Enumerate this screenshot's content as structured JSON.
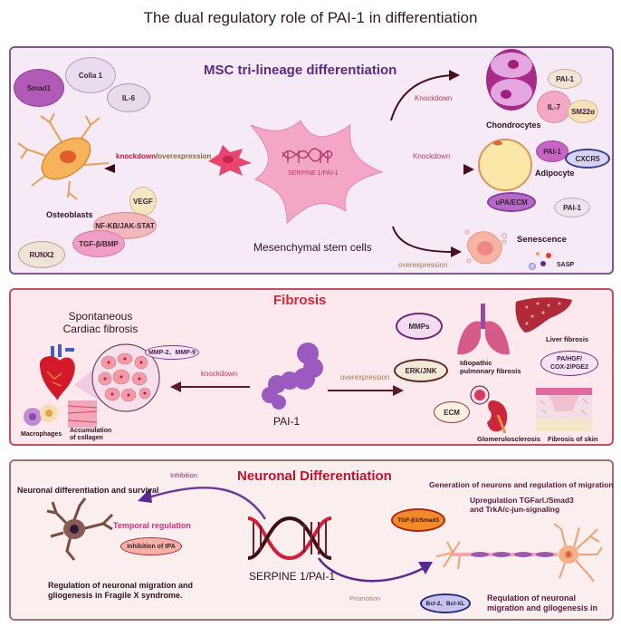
{
  "title": "The dual regulatory role of PAI-1 in differentiation",
  "colors": {
    "panel_msc_bg": "#f5eaf6",
    "panel_msc_border": "#7d5a8a",
    "panel_fibrosis_bg": "#fde8ee",
    "panel_fibrosis_border": "#c0525f",
    "panel_neuronal_bg": "#fbeeee",
    "panel_neuronal_border": "#a07272",
    "msc_title": "#5b2a82",
    "fibrosis_title": "#d0283a",
    "neuronal_title": "#c4122c",
    "arrow_dark": "#4a0d1e"
  },
  "msc": {
    "title": "MSC tri-lineage differentiation",
    "center_label": "Mesenchymal stem cells",
    "gene_label": "SERPINE 1/PAI-1",
    "arrow_left_knockdown": "knockdown",
    "arrow_left_sep": "/",
    "arrow_left_overexpression": "overexpression",
    "arrow_chondro": "Knockdown",
    "arrow_adipo": "Knockdown",
    "arrow_senes": "overexpression",
    "osteoblasts": "Osteoblasts",
    "chondrocytes": "Chondrocytes",
    "adipocyte": "Adipocyte",
    "senescence": "Senescence",
    "sasp": "SASP",
    "osteo_factors": [
      "Smad1",
      "Colla 1",
      "IL-6",
      "VEGF",
      "NF-KB/JAK-STAT",
      "TGF-β/BMP",
      "RUNX2"
    ],
    "chondro_factors": [
      "PAI-1",
      "IL-7",
      "SM22α"
    ],
    "adipo_factors": [
      "PAI-1",
      "CXCR5",
      "uPA/ECM",
      "PAI-1"
    ]
  },
  "fibrosis": {
    "title": "Fibrosis",
    "cardiac_title_line1": "Spontaneous",
    "cardiac_title_line2": "Cardiac fibrosis",
    "mmp_label": "MMP-2、MMP-9",
    "knockdown": "knockdown",
    "overexpression": "overexpression",
    "center_label": "PAI-1",
    "macrophages": "Macrophages",
    "collagen_line1": "Accumulation",
    "collagen_line2": "of collagen",
    "mmps": "MMPs",
    "erk_jnk": "ERK/JNK",
    "ecm": "ECM",
    "ipf_line1": "Idiopathic",
    "ipf_line2": "pulmonary fibrosis",
    "liver": "Liver fibrosis",
    "pa_line1": "PA/HGF/",
    "pa_line2": "COX-2/PGE2",
    "glomerulo": "Glomerulosclerosis",
    "skin": "Fibrosis of skin"
  },
  "neuronal": {
    "title": "Neuronal Differentiation",
    "inhibition": "Inhibition",
    "promotion": "Promotion",
    "gene_label": "SERPINE 1/PAI-1",
    "left_title": "Neuronal differentiation and survival",
    "temporal": "Temporal regulation",
    "inhibition_tpa": "Inhibition of tPA",
    "left_bottom_line1": "Regulation of neuronal migration and",
    "left_bottom_line2": "gliogenesis in Fragile X syndrome.",
    "right_title": "Generation of neurons and regulation of migration",
    "upreg_line1": "Upregulation TGFarl./Smad3",
    "upreg_line2": "and TrkA/c-jun-signaling",
    "tgf_smad": "TGF-β1/Smad3",
    "bcl": "Bcl-2、Bcl-XL",
    "right_bottom_line1": "Requlation of neuronal",
    "right_bottom_line2": "migration and gilogenesis in"
  }
}
